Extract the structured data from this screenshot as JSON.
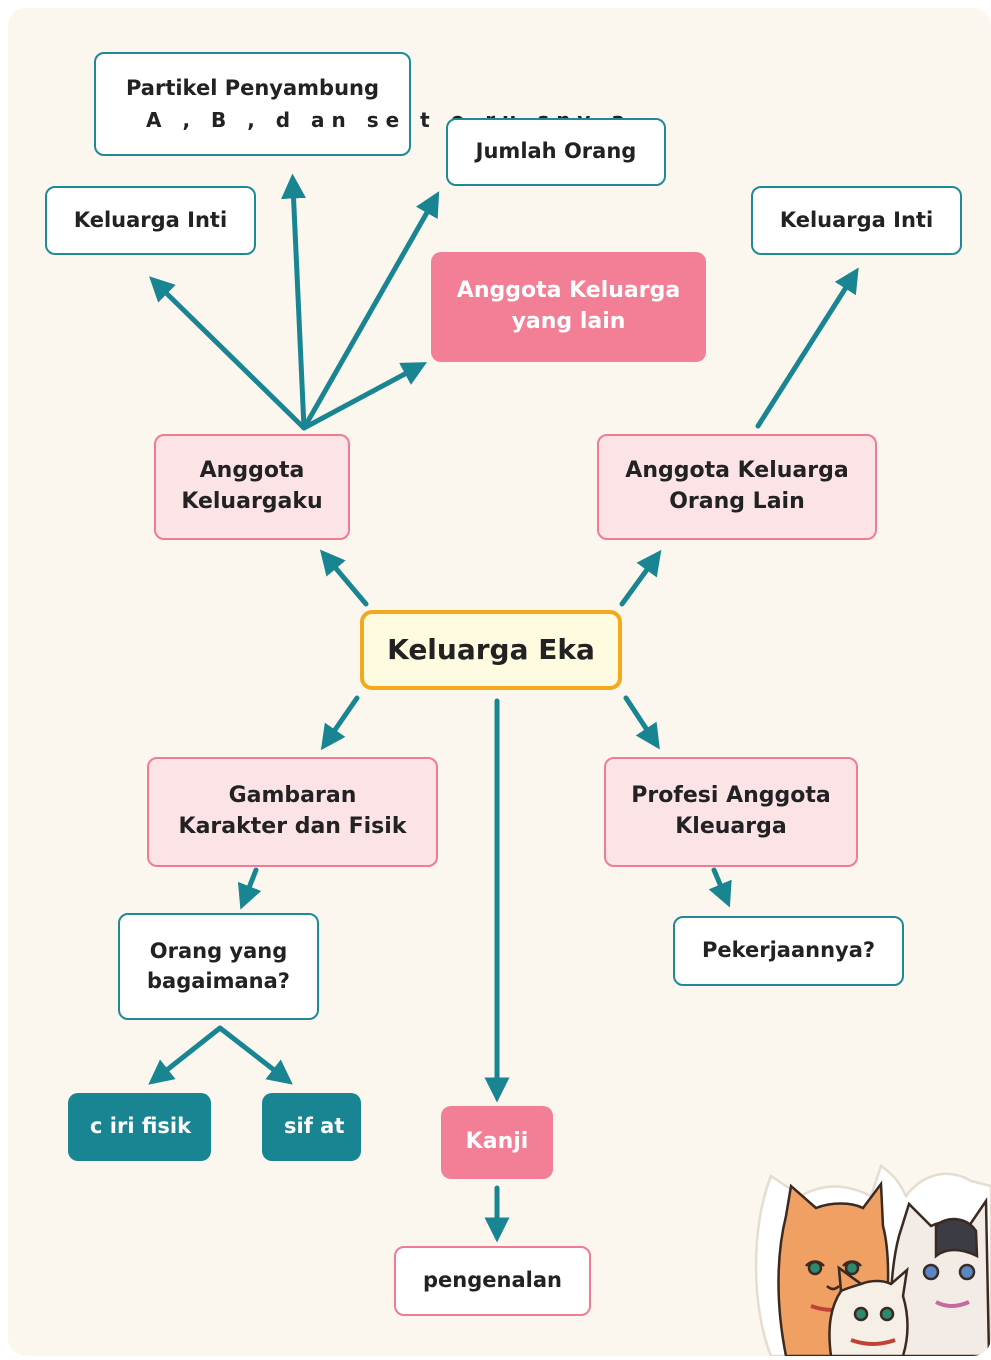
{
  "center": "Keluarga Eka",
  "branches": {
    "anggota_keluargaku": "Anggota\nKeluargaku",
    "anggota_orang_lain": "Anggota Keluarga\nOrang Lain",
    "gambaran": "Gambaran\nKarakter dan Fisik",
    "profesi": "Profesi Anggota\nKleuarga",
    "kanji": "Kanji"
  },
  "keluargaku_children": {
    "keluarga_inti": "Keluarga Inti",
    "partikel_title": "Partikel Penyambung",
    "partikel_sub": "A ,   B ,   d an  se t e ru sny a",
    "jumlah_orang": "Jumlah Orang",
    "anggota_lain": "Anggota Keluarga\nyang lain"
  },
  "orang_lain_child": "Keluarga Inti",
  "gambaran_child": "Orang yang\nbagaimana?",
  "gambaran_leaves": {
    "ciri_fisik": "c iri   fisik",
    "sifat": "sif  at"
  },
  "profesi_child": "Pekerjaannya?",
  "kanji_child": "pengenalan",
  "colors": {
    "teal": "#1a8592",
    "pink_border": "#ef7c94",
    "pink_fill": "#fce4e6",
    "pink_solid": "#f27f96",
    "center_border": "#f2aa1c",
    "background": "#fbf7ef"
  }
}
